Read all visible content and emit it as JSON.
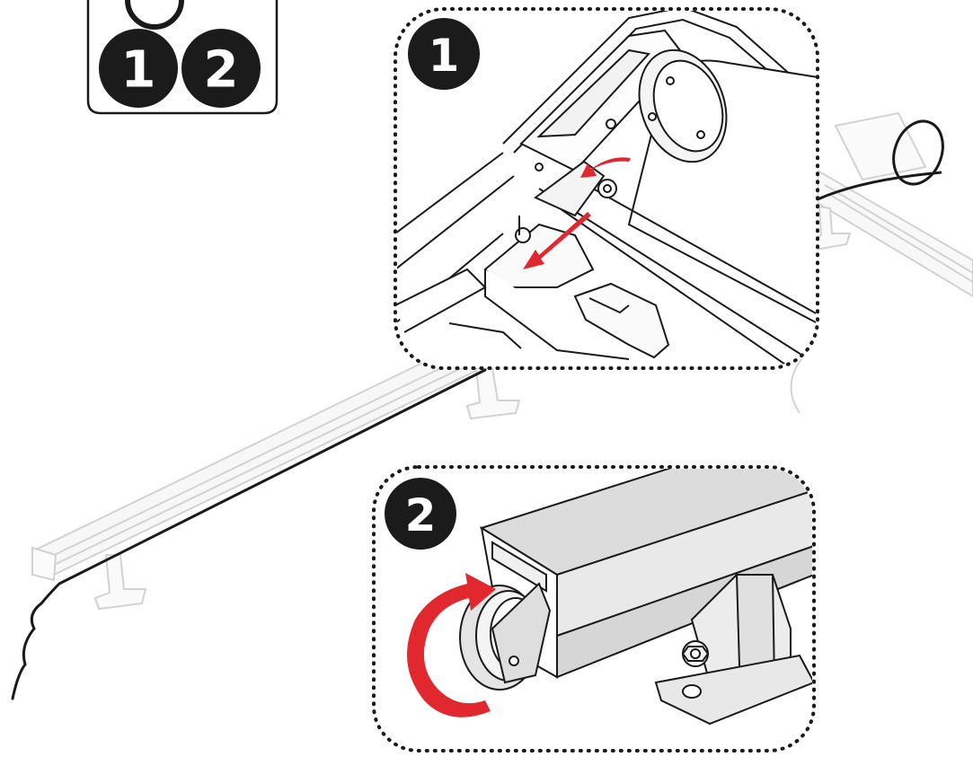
{
  "legend": {
    "badge_1": "1",
    "badge_2": "2"
  },
  "callouts": [
    {
      "badge": "1",
      "arrow": "red"
    },
    {
      "badge": "2",
      "arrow": "red"
    }
  ],
  "colors": {
    "badge_fill": "#1b1b1b",
    "badge_text": "#ffffff",
    "arrow_red": "#e0282e",
    "line": "#1a1a1a",
    "ghost": "#cfcfcf"
  }
}
